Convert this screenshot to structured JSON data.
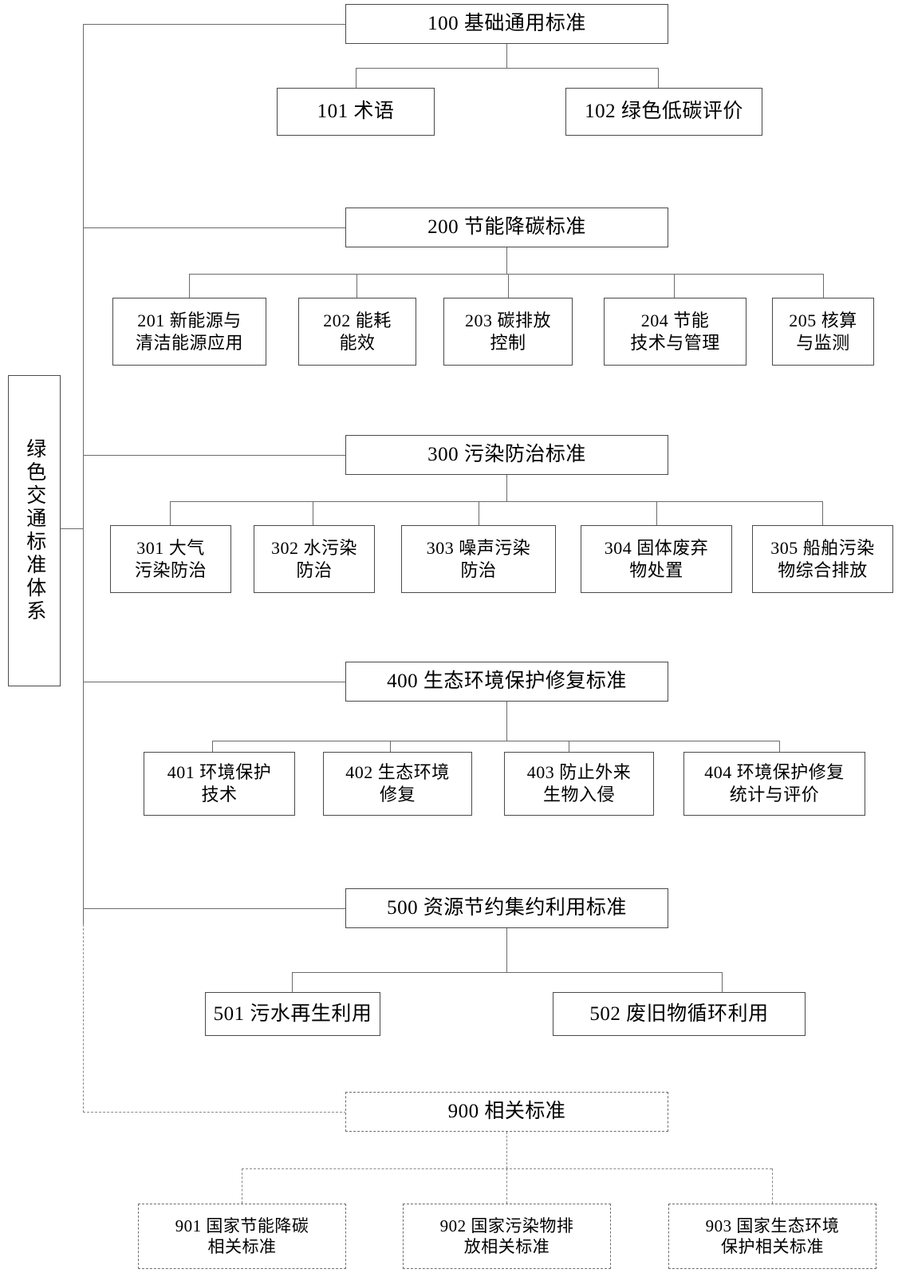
{
  "diagram": {
    "title": "绿色交通标准体系",
    "root": {
      "label": "绿色交通标准体系"
    },
    "groups": [
      {
        "id": "100",
        "label": "100 基础通用标准",
        "style": "solid",
        "children": [
          {
            "id": "101",
            "label": "101 术语"
          },
          {
            "id": "102",
            "label": "102 绿色低碳评价"
          }
        ]
      },
      {
        "id": "200",
        "label": "200 节能降碳标准",
        "style": "solid",
        "children": [
          {
            "id": "201",
            "label": "201 新能源与\n清洁能源应用"
          },
          {
            "id": "202",
            "label": "202 能耗\n能效"
          },
          {
            "id": "203",
            "label": "203 碳排放\n控制"
          },
          {
            "id": "204",
            "label": "204 节能\n技术与管理"
          },
          {
            "id": "205",
            "label": "205 核算\n与监测"
          }
        ]
      },
      {
        "id": "300",
        "label": "300 污染防治标准",
        "style": "solid",
        "children": [
          {
            "id": "301",
            "label": "301 大气\n污染防治"
          },
          {
            "id": "302",
            "label": "302 水污染\n防治"
          },
          {
            "id": "303",
            "label": "303 噪声污染\n防治"
          },
          {
            "id": "304",
            "label": "304 固体废弃\n物处置"
          },
          {
            "id": "305",
            "label": "305 船舶污染\n物综合排放"
          }
        ]
      },
      {
        "id": "400",
        "label": "400 生态环境保护修复标准",
        "style": "solid",
        "children": [
          {
            "id": "401",
            "label": "401 环境保护\n技术"
          },
          {
            "id": "402",
            "label": "402 生态环境\n修复"
          },
          {
            "id": "403",
            "label": "403 防止外来\n生物入侵"
          },
          {
            "id": "404",
            "label": "404 环境保护修复\n统计与评价"
          }
        ]
      },
      {
        "id": "500",
        "label": "500 资源节约集约利用标准",
        "style": "solid",
        "children": [
          {
            "id": "501",
            "label": "501 污水再生利用"
          },
          {
            "id": "502",
            "label": "502 废旧物循环利用"
          }
        ]
      },
      {
        "id": "900",
        "label": "900 相关标准",
        "style": "dashed",
        "children": [
          {
            "id": "901",
            "label": "901 国家节能降碳\n相关标准"
          },
          {
            "id": "902",
            "label": "902 国家污染物排\n放相关标准"
          },
          {
            "id": "903",
            "label": "903 国家生态环境\n保护相关标准"
          }
        ]
      }
    ]
  },
  "colors": {
    "line": "#6b6b6b",
    "dashed_line": "#8a8a8a",
    "box_border": "#4a4a4a",
    "text": "#000000",
    "background": "#ffffff"
  }
}
